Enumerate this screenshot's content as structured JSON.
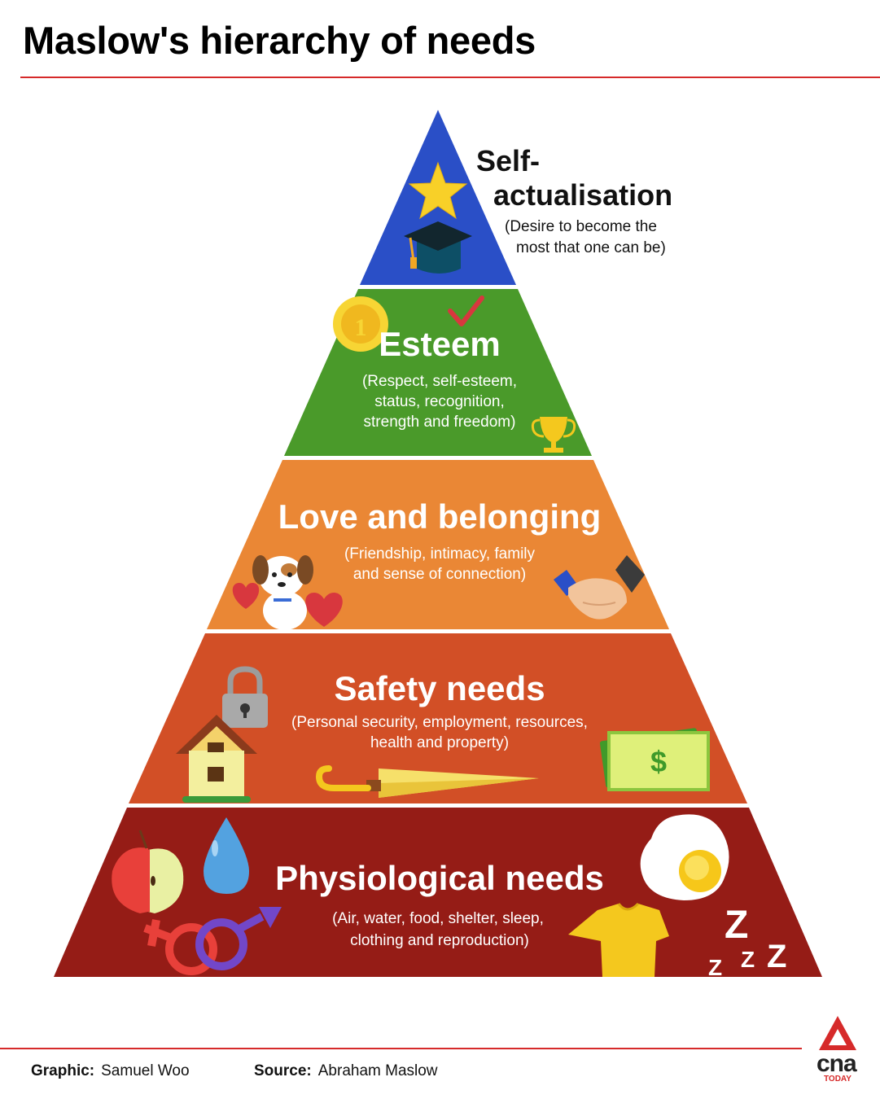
{
  "title": "Maslow's hierarchy of needs",
  "levels": [
    {
      "title_lines": [
        "Self-",
        "actualisation"
      ],
      "desc_lines": [
        "(Desire to become the",
        "most that one can be)"
      ],
      "color": "#2a4fc7"
    },
    {
      "title": "Esteem",
      "desc_lines": [
        "(Respect, self-esteem,",
        "status, recognition,",
        "strength and freedom)"
      ],
      "color": "#4a9a2a"
    },
    {
      "title": "Love and belonging",
      "desc_lines": [
        "(Friendship, intimacy, family",
        "and sense of connection)"
      ],
      "color": "#ea8735"
    },
    {
      "title": "Safety needs",
      "desc_lines": [
        "(Personal security, employment, resources,",
        "health and property)"
      ],
      "color": "#d24f26"
    },
    {
      "title": "Physiological needs",
      "desc_lines": [
        "(Air, water, food, shelter, sleep,",
        "clothing and reproduction)"
      ],
      "color": "#951c16"
    }
  ],
  "icons": {
    "self_actualisation": [
      "star-icon",
      "graduation-cap-icon"
    ],
    "esteem": [
      "gold-medal-icon",
      "checkmark-icon",
      "trophy-icon"
    ],
    "love": [
      "heart-icon",
      "dog-icon",
      "handshake-icon"
    ],
    "safety": [
      "padlock-icon",
      "house-icon",
      "umbrella-icon",
      "money-icon"
    ],
    "physiological": [
      "apple-icon",
      "water-drop-icon",
      "gender-symbols-icon",
      "fried-egg-icon",
      "t-shirt-icon",
      "sleep-zzz-icon"
    ]
  },
  "money_symbol": "$",
  "medal_number": "1",
  "zzz": [
    "Z",
    "Z",
    "Z",
    "Z"
  ],
  "footer": {
    "graphic_label": "Graphic:",
    "graphic_value": "Samuel Woo",
    "source_label": "Source:",
    "source_value": "Abraham Maslow"
  },
  "logo": {
    "text": "cna",
    "sub": "TODAY",
    "color": "#d62a2a"
  }
}
